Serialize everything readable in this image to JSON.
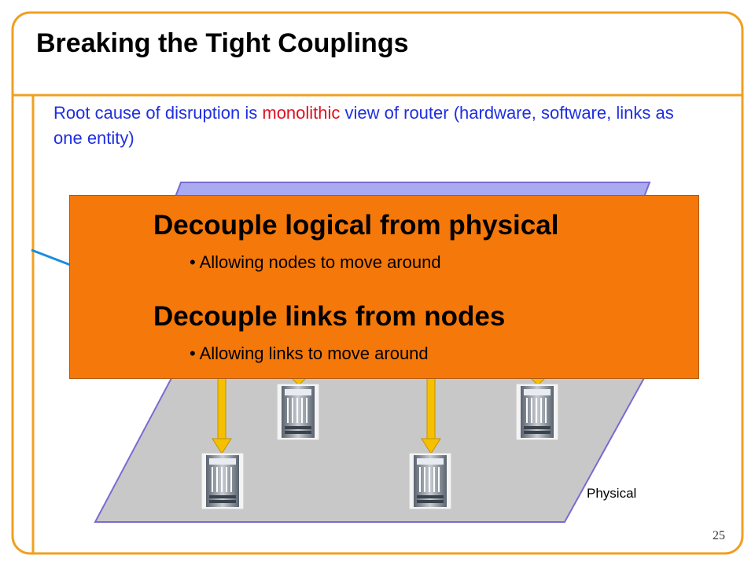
{
  "slide": {
    "title": "Breaking the Tight Couplings",
    "subtitle_part1": "Root cause of disruption is ",
    "subtitle_highlight": "monolithic",
    "subtitle_part2": " view of router (hardware, software, links as one entity)",
    "page_number": "25"
  },
  "callout": {
    "heading1": "Decouple logical from physical",
    "bullet1": "Allowing nodes to move around",
    "heading2": "Decouple links from nodes",
    "bullet2": "Allowing links to move around"
  },
  "diagram": {
    "physical_label": "Physical"
  },
  "colors": {
    "frame": "#f0a020",
    "subtitle": "#1f2fe0",
    "highlight": "#e01020",
    "callout": "#f5780a",
    "logical_plane": "#aaaaf0",
    "physical_plane": "#c8c8c8",
    "arrow": "#f5c000"
  }
}
